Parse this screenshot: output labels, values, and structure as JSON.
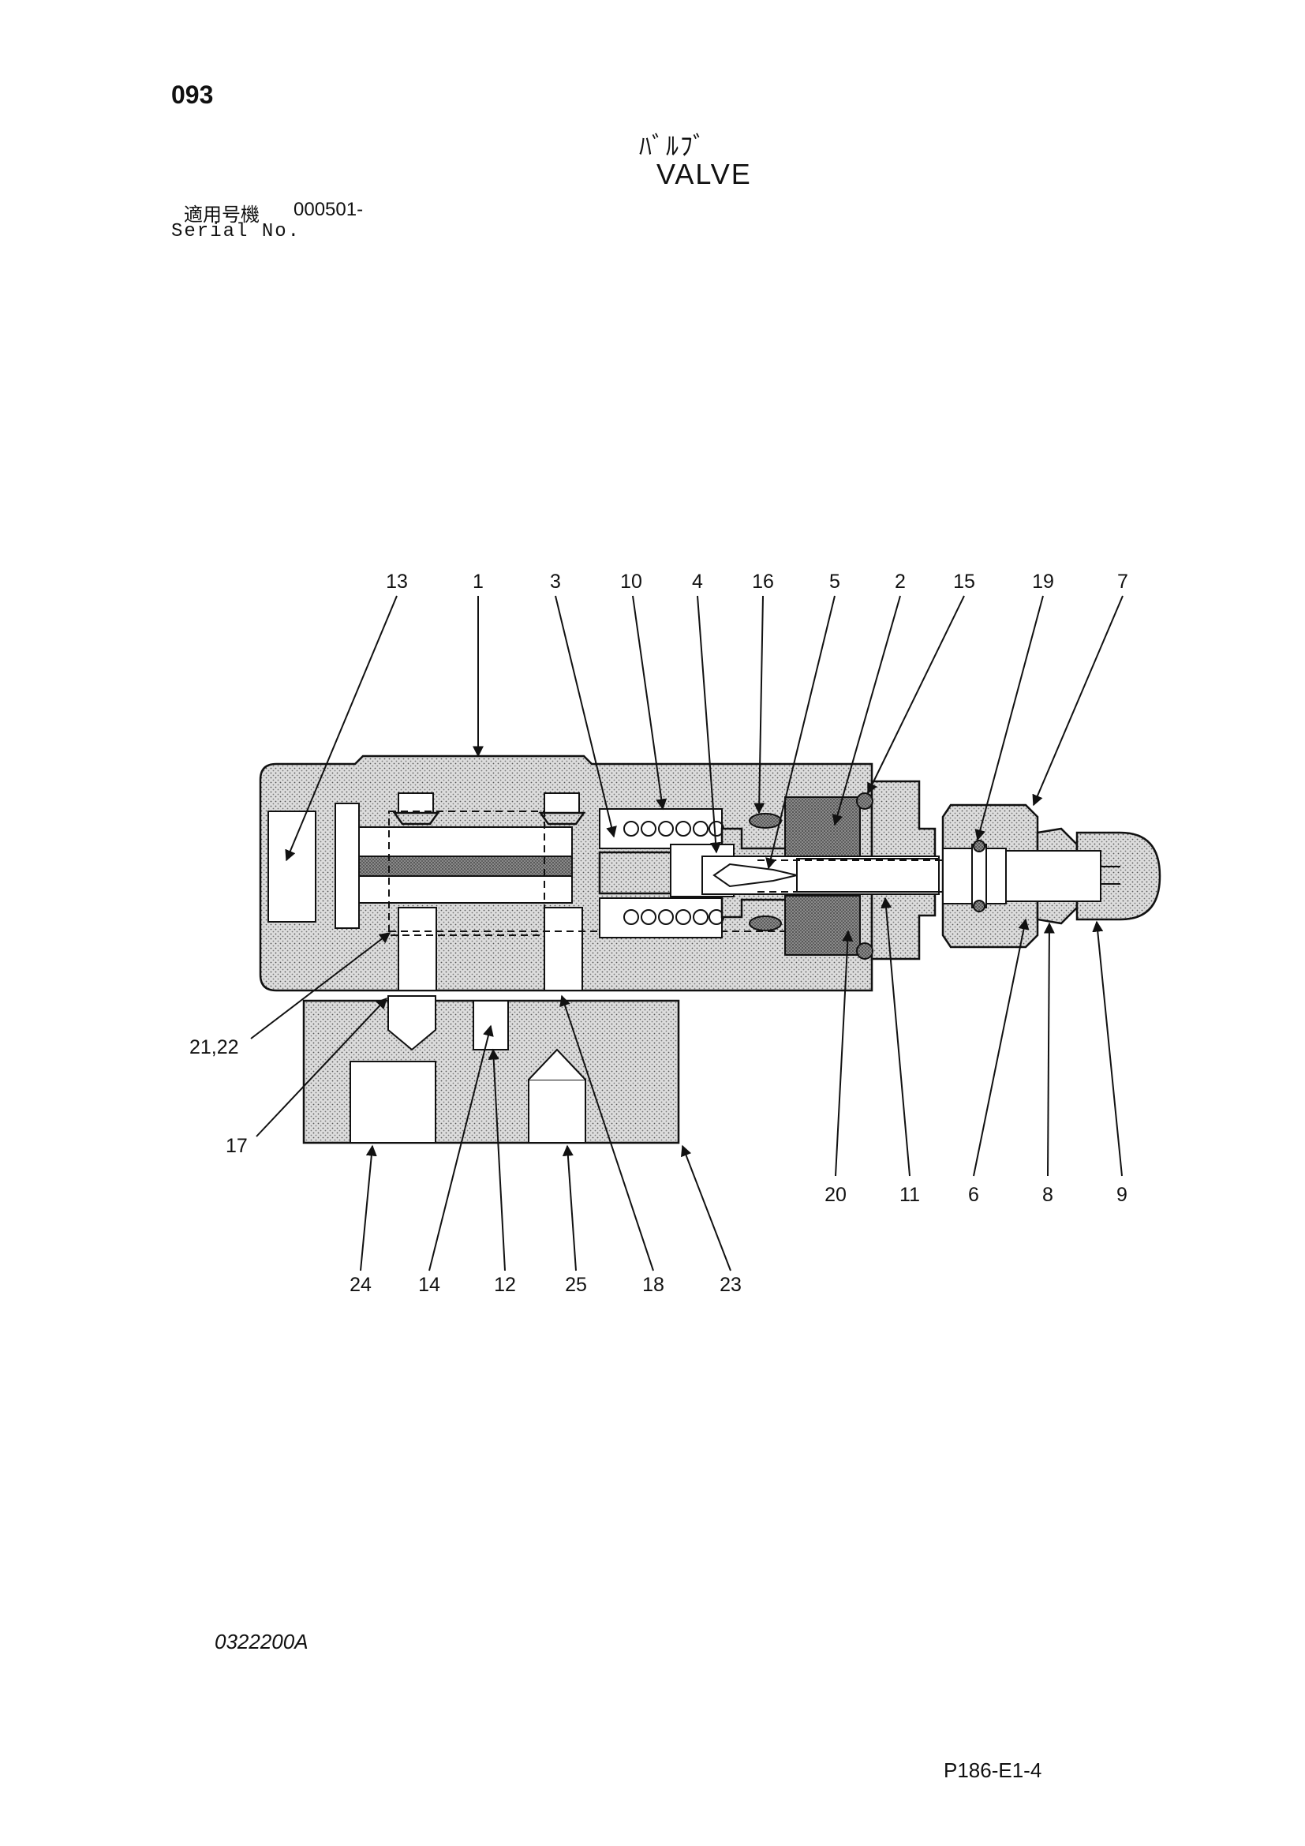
{
  "header": {
    "page_number": "093",
    "title_ja": "ﾊﾞﾙﾌﾞ",
    "title_en": "VALVE",
    "serial_label_ja": "適用号機",
    "serial_value": "000501-",
    "serial_label_en": "Serial No."
  },
  "footer": {
    "drawing_code": "0322200A",
    "sheet_code": "P186-E1-4"
  },
  "callouts": {
    "top": [
      "13",
      "1",
      "3",
      "10",
      "4",
      "16",
      "5",
      "2",
      "15",
      "19",
      "7"
    ],
    "left": [
      "21,22",
      "17"
    ],
    "right_bottom": [
      "20",
      "11",
      "6",
      "8",
      "9"
    ],
    "bottom": [
      "24",
      "14",
      "12",
      "25",
      "18",
      "23"
    ]
  }
}
